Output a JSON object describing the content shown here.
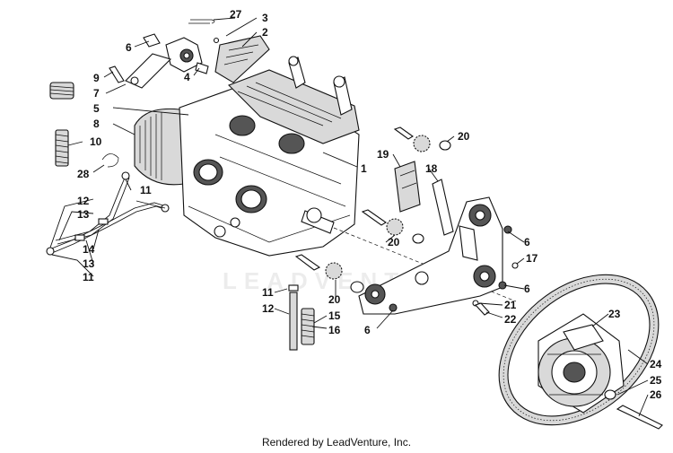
{
  "footer": "Rendered by LeadVenture, Inc.",
  "watermark": "LEADVENTURE",
  "callouts": [
    "27",
    "3",
    "2",
    "6",
    "4",
    "9",
    "7",
    "5",
    "8",
    "10",
    "1",
    "19",
    "20",
    "18",
    "28",
    "11",
    "12",
    "13",
    "14",
    "13",
    "11",
    "20",
    "6",
    "17",
    "11",
    "12",
    "20",
    "21",
    "6",
    "22",
    "15",
    "16",
    "6",
    "23",
    "24",
    "25",
    "26"
  ]
}
